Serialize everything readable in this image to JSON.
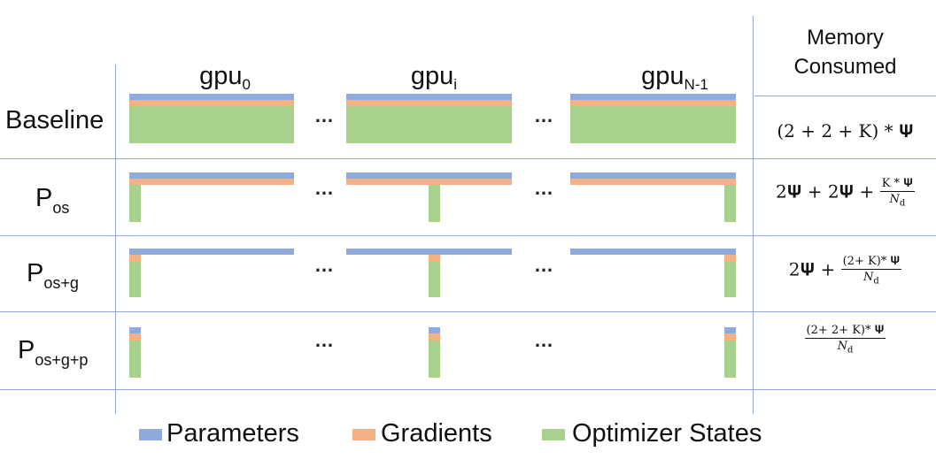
{
  "headers": {
    "gpu_first": {
      "base": "gpu",
      "sub": "0"
    },
    "gpu_middle": {
      "base": "gpu",
      "sub": "i"
    },
    "gpu_last": {
      "base": "gpu",
      "sub": "N-1"
    },
    "memory_line1": "Memory",
    "memory_line2": "Consumed"
  },
  "rows": [
    {
      "label": "Baseline",
      "label_sub": "",
      "formula": {
        "whole": "(2 + 2 + K) * 𝚿"
      }
    },
    {
      "label": "P",
      "label_sub": "os",
      "formula": {
        "prefix": "2𝚿 + 2𝚿 + ",
        "num": "K * 𝚿",
        "den": "N",
        "den_sub": "d"
      }
    },
    {
      "label": "P",
      "label_sub": "os+g",
      "formula": {
        "prefix": "2𝚿 + ",
        "num": "(2+ K)* 𝚿",
        "den": "N",
        "den_sub": "d"
      }
    },
    {
      "label": "P",
      "label_sub": "os+g+p",
      "formula": {
        "prefix": "",
        "num": "(2+ 2+ K)* 𝚿",
        "den": "N",
        "den_sub": "d"
      }
    }
  ],
  "ellipsis": "…",
  "legend": {
    "parameters": "Parameters",
    "gradients": "Gradients",
    "optimizer_states": "Optimizer States"
  },
  "colors": {
    "parameters": "#8faadc",
    "gradients": "#f4b183",
    "optimizer_states": "#a9d18e",
    "grid_lines": "#8faadc"
  }
}
